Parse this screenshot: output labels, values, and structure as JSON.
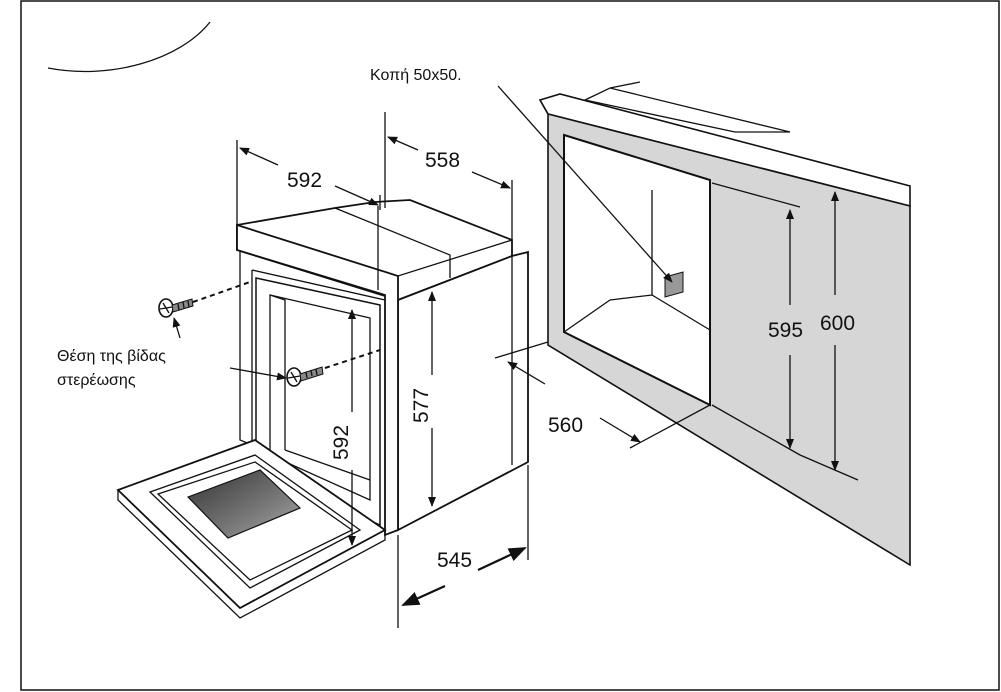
{
  "labels": {
    "cutout": "Κοπή 50x50.",
    "screw_line1": "Θέση της βίδας",
    "screw_line2": "στερέωσης"
  },
  "dimensions": {
    "d592_top": "592",
    "d558": "558",
    "d592_side": "592",
    "d577": "577",
    "d545": "545",
    "d560": "560",
    "d595": "595",
    "d600": "600"
  },
  "colors": {
    "cabinet_gray": "#d6d6d6",
    "line": "#111111",
    "window": "#555555"
  }
}
